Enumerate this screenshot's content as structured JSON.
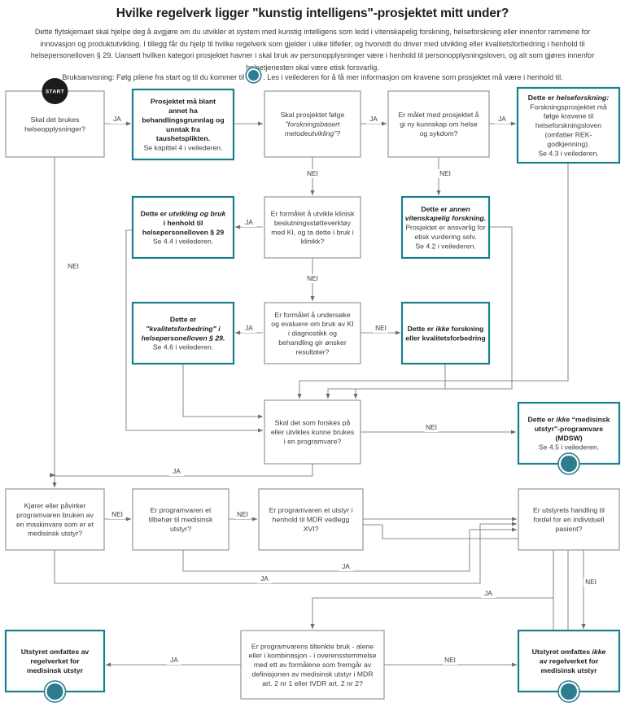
{
  "header": {
    "title": "Hvilke regelverk ligger \"kunstig intelligens\"-prosjektet mitt under?",
    "intro": "Dette flytskjemaet skal hjelpe deg å avgjøre om du utvikler et system med kunstig intelligens som ledd i vitenskapelig forskning, helseforskning eller innenfor rammene for innovasjon og produktutvikling. I tillegg får du hjelp til hvilke regelverk som gjelder i ulike tilfeller, og hvorvidt du driver med utvikling eller kvalitetsforbedring i henhold til helsepersonelloven § 29. Uansett hvilken kategori prosjektet havner i skal bruk av personopplysninger være i henhold til personopplysningsloven, og alt som gjøres innenfor helsetjenesten skal være etisk forsvarlig.",
    "usage_before": "Bruksanvisning: Følg pilene fra start og til du kommer til",
    "usage_after": ". Les i veilederen for å få mer informasjon om kravene som prosjektet må være i henhold til."
  },
  "colors": {
    "result_border": "#1a7f8e",
    "question_border": "#8c8c8c",
    "endpoint": "#2e7d8f",
    "start": "#1b1b1b",
    "text": "#3c3c3c"
  },
  "start_badge": "START",
  "edge_labels": {
    "yes": "JA",
    "no": "NEI"
  },
  "nodes": {
    "q_helseopp": {
      "kind": "question",
      "lines": [
        {
          "t": "Skal det brukes",
          "s": "n"
        },
        {
          "t": "helseopplysninger?",
          "s": "n"
        }
      ]
    },
    "r_behandlingsgrunnlag": {
      "kind": "result",
      "lines": [
        {
          "t": "Prosjektet må blant",
          "s": "b"
        },
        {
          "t": "annet ha",
          "s": "b"
        },
        {
          "t": "behandlingsgrunnlag og",
          "s": "b"
        },
        {
          "t": "unntak fra",
          "s": "b"
        },
        {
          "t": "taushetsplikten.",
          "s": "b"
        },
        {
          "t": "Se kapittel 4 i veilederen.",
          "s": "n"
        }
      ]
    },
    "q_metodeutvikling": {
      "kind": "question",
      "lines": [
        {
          "t": "Skal prosjektet følge",
          "s": "n"
        },
        {
          "t": "\"forskningsbasert",
          "s": "i"
        },
        {
          "t": "metodeutvikling\"?",
          "s": "i"
        }
      ]
    },
    "q_nykunnskap": {
      "kind": "question",
      "lines": [
        {
          "t": "Er målet med prosjektet å",
          "s": "n"
        },
        {
          "t": "gi ny kunnskap om helse",
          "s": "n"
        },
        {
          "t": "og sykdom?",
          "s": "n"
        }
      ]
    },
    "r_helseforskning": {
      "kind": "result",
      "lines": [
        {
          "t": "Dette er helseforskning:",
          "s": "mix-helseforskning"
        },
        {
          "t": "Forskningsprosjektet må",
          "s": "n"
        },
        {
          "t": "følge kravene til",
          "s": "n"
        },
        {
          "t": "helseforskningsloven",
          "s": "n"
        },
        {
          "t": "(omfatter REK-",
          "s": "n"
        },
        {
          "t": "godkjenning).",
          "s": "n"
        },
        {
          "t": "Se 4.3 i veilederen.",
          "s": "n"
        }
      ]
    },
    "r_utvikling_bruk": {
      "kind": "result",
      "lines": [
        {
          "t": "Dette er utvikling og bruk",
          "s": "mix-utvikling"
        },
        {
          "t": "i henhold til",
          "s": "b"
        },
        {
          "t": "helsepersonelloven § 29",
          "s": "b"
        },
        {
          "t": "Se 4.4 i veilederen.",
          "s": "n"
        }
      ]
    },
    "q_beslutningsstotte": {
      "kind": "question",
      "lines": [
        {
          "t": "Er formålet å utvikle klinisk",
          "s": "n"
        },
        {
          "t": "beslutningsstøtteverktøy",
          "s": "n"
        },
        {
          "t": "med KI, og ta dette i bruk i",
          "s": "n"
        },
        {
          "t": "klinikk?",
          "s": "n"
        }
      ]
    },
    "r_annen_vitenskapelig": {
      "kind": "result",
      "lines": [
        {
          "t": "Dette er annen",
          "s": "mix-annen"
        },
        {
          "t": "vitenskapelig forskning.",
          "s": "bi"
        },
        {
          "t": "Prosjektet er ansvarlig for",
          "s": "n"
        },
        {
          "t": "etisk vurdering selv.",
          "s": "n"
        },
        {
          "t": "Se 4.2 i veilederen.",
          "s": "n"
        }
      ]
    },
    "r_kvalitetsforbedring": {
      "kind": "result",
      "lines": [
        {
          "t": "Dette er",
          "s": "b"
        },
        {
          "t": "\"kvalitetsforbedring\" i",
          "s": "bi"
        },
        {
          "t": "helsepersonelloven § 29.",
          "s": "bi"
        },
        {
          "t": "Se 4.6 i veilederen.",
          "s": "n"
        }
      ]
    },
    "q_evaluere": {
      "kind": "question",
      "lines": [
        {
          "t": "Er formålet å undersøke",
          "s": "n"
        },
        {
          "t": "og evaluere om bruk av KI",
          "s": "n"
        },
        {
          "t": "i diagnostikk og",
          "s": "n"
        },
        {
          "t": "behandling gir ønsker",
          "s": "n"
        },
        {
          "t": "resultater?",
          "s": "n"
        }
      ]
    },
    "r_ikke_forskning": {
      "kind": "result",
      "lines": [
        {
          "t": "Dette er ikke forskning",
          "s": "mix-ikkeforsk"
        },
        {
          "t": "eller kvalitetsforbedring",
          "s": "b"
        }
      ]
    },
    "q_programvare": {
      "kind": "question",
      "lines": [
        {
          "t": "Skal det som forskes på",
          "s": "n"
        },
        {
          "t": "eller utvikles kunne brukes",
          "s": "n"
        },
        {
          "t": "i en programvare?",
          "s": "n"
        }
      ]
    },
    "r_ikke_mdsw": {
      "kind": "result",
      "endpoint": true,
      "lines": [
        {
          "t": "Dette er ikke \"medisinsk",
          "s": "mix-mdsw"
        },
        {
          "t": "utstyr\"-programvare",
          "s": "b"
        },
        {
          "t": "(MDSW)",
          "s": "b"
        },
        {
          "t": "Se 4.5 i veilederen.",
          "s": "n"
        }
      ]
    },
    "q_maskinvare": {
      "kind": "question",
      "lines": [
        {
          "t": "Kjører eller påvirker",
          "s": "n"
        },
        {
          "t": "programvaren bruken av",
          "s": "n"
        },
        {
          "t": "en maskinvare som er et",
          "s": "n"
        },
        {
          "t": "medisinsk utstyr?",
          "s": "n"
        }
      ]
    },
    "q_tilbehor": {
      "kind": "question",
      "lines": [
        {
          "t": "Er programvaren et",
          "s": "n"
        },
        {
          "t": "tilbehør til medisinsk",
          "s": "n"
        },
        {
          "t": "utstyr?",
          "s": "n"
        }
      ]
    },
    "q_vedlegg": {
      "kind": "question",
      "lines": [
        {
          "t": "Er programvaren et utstyr i",
          "s": "n"
        },
        {
          "t": "henhold til MDR vedlegg",
          "s": "n"
        },
        {
          "t": "XVI?",
          "s": "n"
        }
      ]
    },
    "q_individuell": {
      "kind": "question",
      "lines": [
        {
          "t": "Er utstyrets handling til",
          "s": "n"
        },
        {
          "t": "fordel for en individuell",
          "s": "n"
        },
        {
          "t": "pasient?",
          "s": "n"
        }
      ]
    },
    "q_tiltenkt": {
      "kind": "question",
      "lines": [
        {
          "t": "Er programvarens tiltenkte bruk - alene",
          "s": "n"
        },
        {
          "t": "eller i kombinasjon - i overensstemmelse",
          "s": "n"
        },
        {
          "t": "med ett av formålene som fremgår av",
          "s": "n"
        },
        {
          "t": "definisjonen av medisinsk utstyr i MDR",
          "s": "n"
        },
        {
          "t": "art. 2 nr 1 eller IVDR art. 2 nr 2?",
          "s": "n"
        }
      ]
    },
    "r_omfattes": {
      "kind": "result",
      "endpoint": true,
      "lines": [
        {
          "t": "Utstyret omfattes av",
          "s": "b"
        },
        {
          "t": "regelverket for",
          "s": "b"
        },
        {
          "t": "medisinsk utstyr",
          "s": "b"
        }
      ]
    },
    "r_omfattes_ikke": {
      "kind": "result",
      "endpoint": true,
      "lines": [
        {
          "t": "Utstyret omfattes ikke",
          "s": "mix-omfikke"
        },
        {
          "t": "av regelverket for",
          "s": "b"
        },
        {
          "t": "medisinsk utstyr",
          "s": "b"
        }
      ]
    }
  }
}
